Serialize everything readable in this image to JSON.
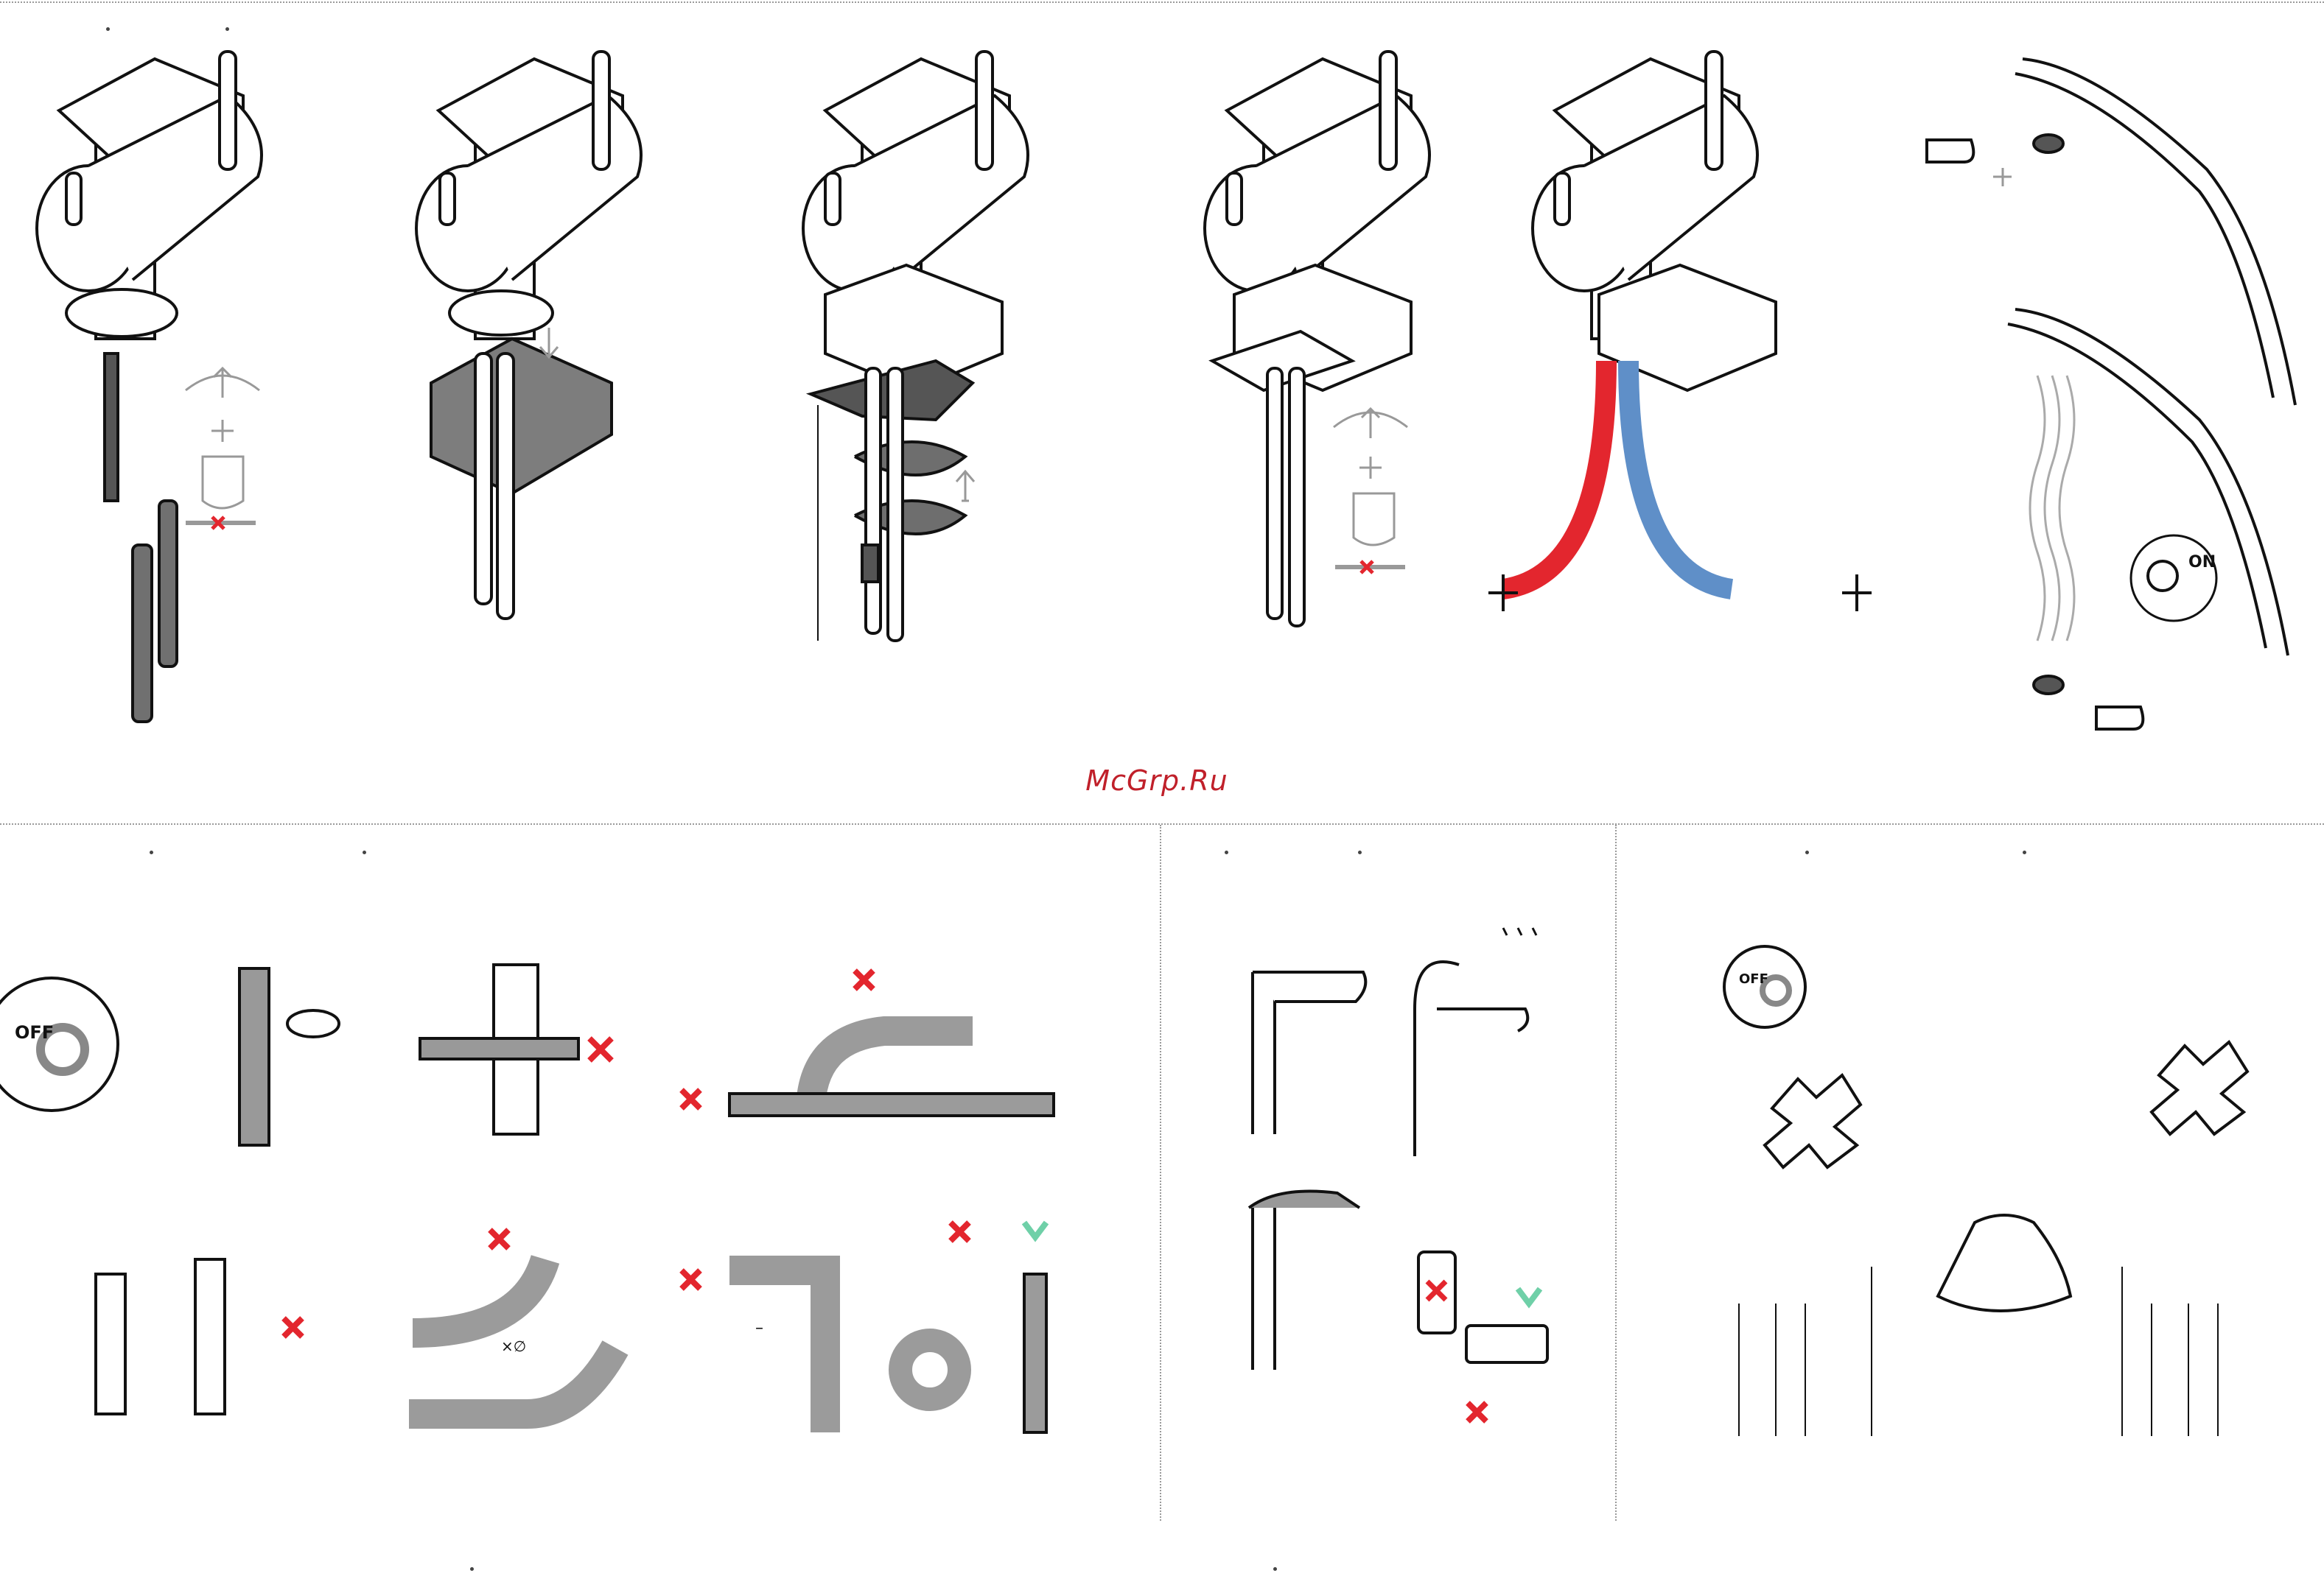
{
  "watermark": "McGrp.Ru",
  "labels": {
    "off": "OFF",
    "on": "ON",
    "diameter": "×∅",
    "dash": "–"
  },
  "colors": {
    "outline": "#111111",
    "hose_dark": "#6e6e6e",
    "hose_grey": "#9b9b9b",
    "hot": "#e3262e",
    "cold": "#5f8fc8",
    "cross_red": "#e3262e",
    "check_green": "#6fd0a8",
    "hint_grey": "#a6a6a6"
  }
}
